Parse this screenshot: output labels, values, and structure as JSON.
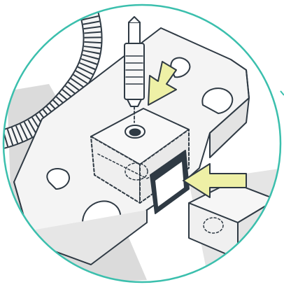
{
  "colors": {
    "background": "#ffffff",
    "frame_circle": "#3bbfad",
    "ink": "#2f3a44",
    "surface": "#f2f2f2",
    "shadow": "#c9c9c9",
    "arrow_fill": "#eef0a6"
  },
  "parts": {
    "syringe": "syringe-icon",
    "syringe_arrow": "insert-arrow-icon",
    "clip_arrow": "slide-arrow-icon",
    "hose": "ribbed-hose",
    "housing": "perforated-housing",
    "clip_block": "clip-block"
  }
}
